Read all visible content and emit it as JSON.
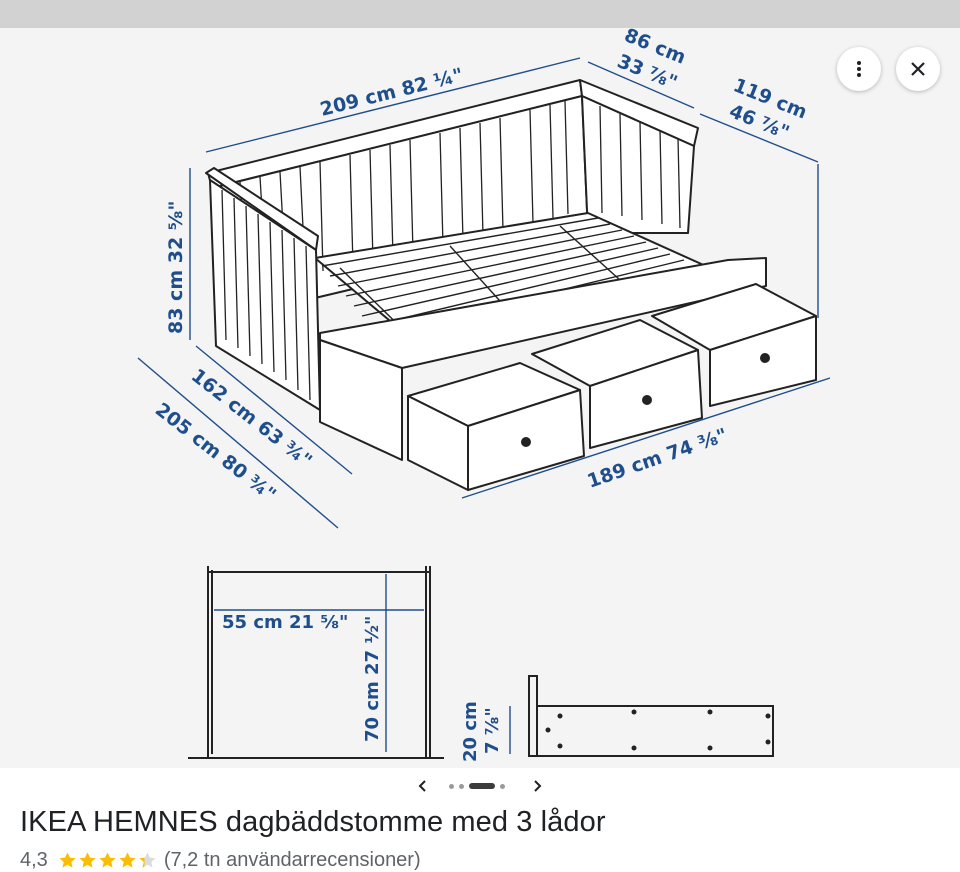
{
  "image": {
    "dimensions": {
      "length": "209 cm 82 ¼\"",
      "depth_top": "86 cm",
      "depth_top_in": "33 ⅞\"",
      "depth_right": "119 cm",
      "depth_right_in": "46 ⅞\"",
      "height": "83 cm 32 ⅝\"",
      "width_closed": "162 cm 63 ¾\"",
      "width_open": "205 cm 80 ¾\"",
      "drawers_span": "189 cm 74 ⅜\"",
      "drawer_width": "55 cm 21 ⅝\"",
      "drawer_depth": "70 cm 27 ½\"",
      "drawer_height": "20 cm",
      "drawer_height_in": "7 ⅞\""
    }
  },
  "actions": {
    "more_icon": "more-vert-icon",
    "close_icon": "close-icon"
  },
  "carousel": {
    "dot_count": 4,
    "active_index": 2
  },
  "product": {
    "title": "IKEA HEMNES dagbäddstomme med 3 lådor",
    "rating": "4,3",
    "rating_value": 4.3,
    "stars_max": 5,
    "reviews": "(7,2 tn användarrecensioner)"
  },
  "colors": {
    "dimension_blue": "#1f4e8c",
    "star_yellow": "#fbbc04",
    "top_bar": "#d2d2d2"
  }
}
